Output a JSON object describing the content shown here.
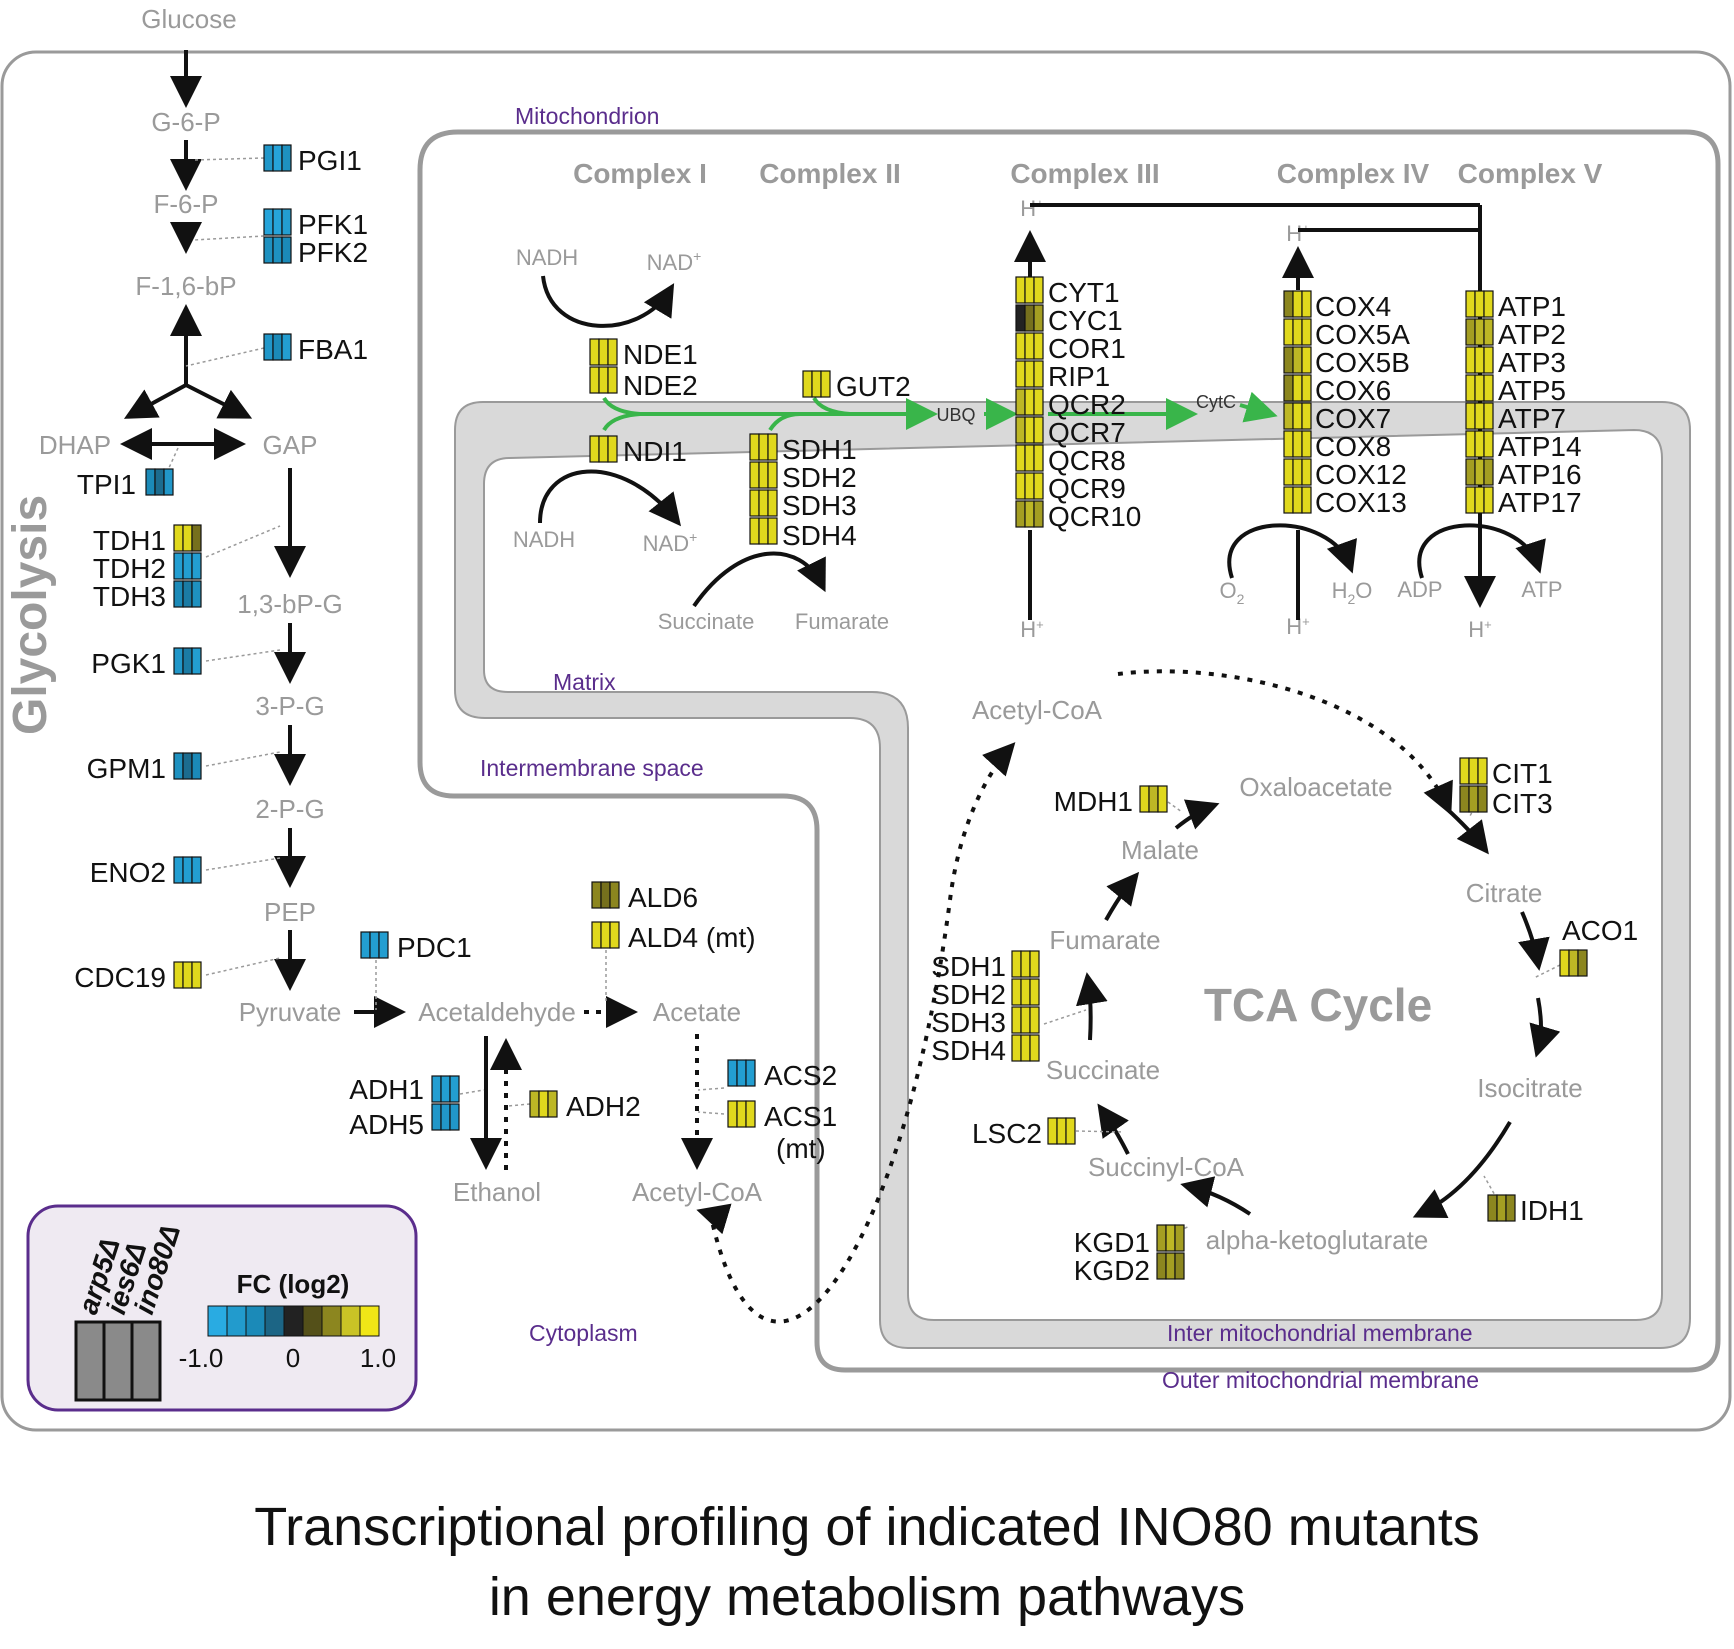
{
  "caption": {
    "line1": "Transcriptional profiling of indicated INO80 mutants",
    "line2": "in energy metabolism pathways"
  },
  "colors": {
    "blue": "#29abe2",
    "blue_mid": "#1b8ab8",
    "blue_dark": "#1c6585",
    "neutral_dark": "#222222",
    "olive_dark": "#545019",
    "olive": "#8c861f",
    "olive_light": "#c9c326",
    "yellow": "#f0e617",
    "membrane": "#d9d9d9",
    "pathway_green": "#39b54a",
    "compartment_purple": "#5a2d8c"
  },
  "compartments": {
    "mitochondrion": "Mitochondrion",
    "matrix": "Matrix",
    "intermembrane": "Intermembrane space",
    "cytoplasm": "Cytoplasm",
    "inner_membrane": "Inter mitochondrial membrane",
    "outer_membrane": "Outer mitochondrial membrane"
  },
  "pathway_labels": {
    "glycolysis": "Glycolysis",
    "tca": "TCA Cycle",
    "complex_1": "Complex I",
    "complex_2": "Complex II",
    "complex_3": "Complex III",
    "complex_4": "Complex IV",
    "complex_5": "Complex V"
  },
  "metabolites": {
    "glucose": "Glucose",
    "g6p": "G-6-P",
    "f6p": "F-6-P",
    "f16bp": "F-1,6-bP",
    "dhap": "DHAP",
    "gap": "GAP",
    "bpg": "1,3-bP-G",
    "pg3": "3-P-G",
    "pg2": "2-P-G",
    "pep": "PEP",
    "pyruvate": "Pyruvate",
    "acetaldehyde": "Acetaldehyde",
    "acetate": "Acetate",
    "ethanol": "Ethanol",
    "acetyl_coa_cyto": "Acetyl-CoA",
    "acetyl_coa_mito": "Acetyl-CoA",
    "oxaloacetate": "Oxaloacetate",
    "citrate": "Citrate",
    "isocitrate": "Isocitrate",
    "akg": "alpha-ketoglutarate",
    "succinyl_coa": "Succinyl-CoA",
    "succinate_tca": "Succinate",
    "fumarate_tca": "Fumarate",
    "malate": "Malate",
    "nadh_1": "NADH",
    "nad_1": "NAD",
    "nadh_2": "NADH",
    "nad_2": "NAD",
    "succinate_c2": "Succinate",
    "fumarate_c2": "Fumarate",
    "ubq": "UBQ",
    "cytc": "CytC",
    "h_c3_top": "H",
    "h_c3_bot": "H",
    "h_c4_top": "H",
    "h_c4_bot": "H",
    "h_c5_bot": "H",
    "o2": "O",
    "h2o_h": "H",
    "h2o_o": "O",
    "sub2": "2",
    "adp": "ADP",
    "atp": "ATP",
    "plus": "+"
  },
  "genes": {
    "PGI1": {
      "label": "PGI1",
      "fc": [
        -0.7,
        -0.9,
        -0.6
      ]
    },
    "PFK1": {
      "label": "PFK1",
      "fc": [
        -0.9,
        -0.9,
        -0.8
      ]
    },
    "PFK2": {
      "label": "PFK2",
      "fc": [
        -0.6,
        -0.6,
        -0.5
      ]
    },
    "FBA1": {
      "label": "FBA1",
      "fc": [
        -0.7,
        -0.5,
        -0.8
      ]
    },
    "TPI1": {
      "label": "TPI1",
      "fc": [
        -0.5,
        -0.3,
        -0.7
      ]
    },
    "TDH1": {
      "label": "TDH1",
      "fc": [
        0.9,
        0.9,
        0.4
      ]
    },
    "TDH2": {
      "label": "TDH2",
      "fc": [
        -0.8,
        -0.8,
        -0.8
      ]
    },
    "TDH3": {
      "label": "TDH3",
      "fc": [
        -0.5,
        -0.4,
        -0.6
      ]
    },
    "PGK1": {
      "label": "PGK1",
      "fc": [
        -0.7,
        -0.4,
        -0.8
      ]
    },
    "GPM1": {
      "label": "GPM1",
      "fc": [
        -0.6,
        -0.3,
        -0.5
      ]
    },
    "ENO2": {
      "label": "ENO2",
      "fc": [
        -0.8,
        -0.8,
        -0.8
      ]
    },
    "CDC19": {
      "label": "CDC19",
      "fc": [
        0.9,
        0.9,
        0.9
      ]
    },
    "PDC1": {
      "label": "PDC1",
      "fc": [
        -0.8,
        -0.8,
        -0.8
      ]
    },
    "ALD6": {
      "label": "ALD6",
      "fc": [
        0.5,
        0.4,
        0.5
      ]
    },
    "ALD4": {
      "label": "ALD4 (mt)",
      "fc": [
        0.9,
        0.9,
        0.9
      ]
    },
    "ADH1": {
      "label": "ADH1",
      "fc": [
        -0.8,
        -0.8,
        -0.8
      ]
    },
    "ADH5": {
      "label": "ADH5",
      "fc": [
        -0.7,
        -0.7,
        -0.7
      ]
    },
    "ADH2": {
      "label": "ADH2",
      "fc": [
        0.7,
        0.9,
        0.7
      ]
    },
    "ACS2": {
      "label": "ACS2",
      "fc": [
        -0.8,
        -0.8,
        -0.8
      ]
    },
    "ACS1": {
      "label": "ACS1",
      "fc": [
        0.9,
        0.9,
        0.9
      ]
    },
    "ACS1_note": {
      "label": "(mt)"
    },
    "NDE1": {
      "label": "NDE1",
      "fc": [
        0.9,
        0.9,
        0.9
      ]
    },
    "NDE2": {
      "label": "NDE2",
      "fc": [
        0.9,
        0.9,
        0.9
      ]
    },
    "NDI1": {
      "label": "NDI1",
      "fc": [
        0.9,
        0.9,
        0.9
      ]
    },
    "GUT2": {
      "label": "GUT2",
      "fc": [
        0.9,
        0.9,
        0.9
      ]
    },
    "SDH1_c2": {
      "label": "SDH1",
      "fc": [
        0.9,
        0.9,
        0.9
      ]
    },
    "SDH2_c2": {
      "label": "SDH2",
      "fc": [
        0.9,
        0.9,
        0.9
      ]
    },
    "SDH3_c2": {
      "label": "SDH3",
      "fc": [
        0.9,
        0.9,
        0.9
      ]
    },
    "SDH4_c2": {
      "label": "SDH4",
      "fc": [
        0.9,
        0.9,
        0.9
      ]
    },
    "CYT1": {
      "label": "CYT1",
      "fc": [
        0.9,
        0.9,
        0.9
      ]
    },
    "CYC1": {
      "label": "CYC1",
      "fc": [
        0.0,
        0.4,
        0.6
      ]
    },
    "COR1": {
      "label": "COR1",
      "fc": [
        0.9,
        0.9,
        0.9
      ]
    },
    "RIP1": {
      "label": "RIP1",
      "fc": [
        0.9,
        0.9,
        0.9
      ]
    },
    "QCR2": {
      "label": "QCR2",
      "fc": [
        0.7,
        0.9,
        0.9
      ]
    },
    "QCR7": {
      "label": "QCR7",
      "fc": [
        0.7,
        0.9,
        0.9
      ]
    },
    "QCR8": {
      "label": "QCR8",
      "fc": [
        0.9,
        0.9,
        0.9
      ]
    },
    "QCR9": {
      "label": "QCR9",
      "fc": [
        0.9,
        0.9,
        0.9
      ]
    },
    "QCR10": {
      "label": "QCR10",
      "fc": [
        0.6,
        0.7,
        0.6
      ]
    },
    "COX4": {
      "label": "COX4",
      "fc": [
        0.5,
        0.9,
        0.9
      ]
    },
    "COX5A": {
      "label": "COX5A",
      "fc": [
        0.9,
        0.9,
        0.9
      ]
    },
    "COX5B": {
      "label": "COX5B",
      "fc": [
        0.5,
        0.7,
        0.9
      ]
    },
    "COX6": {
      "label": "COX6",
      "fc": [
        0.5,
        0.9,
        0.9
      ]
    },
    "COX7": {
      "label": "COX7",
      "fc": [
        0.7,
        0.9,
        0.9
      ]
    },
    "COX8": {
      "label": "COX8",
      "fc": [
        0.9,
        0.9,
        0.9
      ]
    },
    "COX12": {
      "label": "COX12",
      "fc": [
        0.9,
        0.9,
        0.9
      ]
    },
    "COX13": {
      "label": "COX13",
      "fc": [
        0.9,
        0.9,
        0.9
      ]
    },
    "ATP1": {
      "label": "ATP1",
      "fc": [
        0.9,
        0.9,
        0.9
      ]
    },
    "ATP2": {
      "label": "ATP2",
      "fc": [
        0.6,
        0.7,
        0.7
      ]
    },
    "ATP3": {
      "label": "ATP3",
      "fc": [
        0.9,
        0.9,
        0.9
      ]
    },
    "ATP5": {
      "label": "ATP5",
      "fc": [
        0.9,
        0.9,
        0.9
      ]
    },
    "ATP7": {
      "label": "ATP7",
      "fc": [
        0.9,
        0.9,
        0.9
      ]
    },
    "ATP14": {
      "label": "ATP14",
      "fc": [
        0.9,
        0.9,
        0.9
      ]
    },
    "ATP16": {
      "label": "ATP16",
      "fc": [
        0.6,
        0.7,
        0.6
      ]
    },
    "ATP17": {
      "label": "ATP17",
      "fc": [
        0.9,
        0.9,
        0.9
      ]
    },
    "CIT1": {
      "label": "CIT1",
      "fc": [
        0.9,
        0.9,
        0.9
      ]
    },
    "CIT3": {
      "label": "CIT3",
      "fc": [
        0.5,
        0.6,
        0.5
      ]
    },
    "ACO1": {
      "label": "ACO1",
      "fc": [
        0.9,
        0.7,
        0.5
      ]
    },
    "IDH1": {
      "label": "IDH1",
      "fc": [
        0.5,
        0.6,
        0.5
      ]
    },
    "KGD1": {
      "label": "KGD1",
      "fc": [
        0.6,
        0.7,
        0.6
      ]
    },
    "KGD2": {
      "label": "KGD2",
      "fc": [
        0.5,
        0.6,
        0.5
      ]
    },
    "LSC2": {
      "label": "LSC2",
      "fc": [
        0.9,
        0.9,
        0.9
      ]
    },
    "SDH1_tca": {
      "label": "SDH1",
      "fc": [
        0.9,
        0.9,
        0.9
      ]
    },
    "SDH2_tca": {
      "label": "SDH2",
      "fc": [
        0.9,
        0.9,
        0.9
      ]
    },
    "SDH3_tca": {
      "label": "SDH3",
      "fc": [
        0.9,
        0.9,
        0.9
      ]
    },
    "SDH4_tca": {
      "label": "SDH4",
      "fc": [
        0.9,
        0.9,
        0.9
      ]
    },
    "MDH1": {
      "label": "MDH1",
      "fc": [
        0.9,
        0.7,
        0.9
      ]
    }
  },
  "legend": {
    "strains": [
      "arp5Δ",
      "ies6Δ",
      "ino80Δ"
    ],
    "title": "FC (log2)",
    "ticks": [
      "-1.0",
      "0",
      "1.0"
    ],
    "scale": [
      -1.0,
      -0.75,
      -0.5,
      -0.25,
      0.0,
      0.25,
      0.5,
      0.75,
      1.0
    ]
  }
}
